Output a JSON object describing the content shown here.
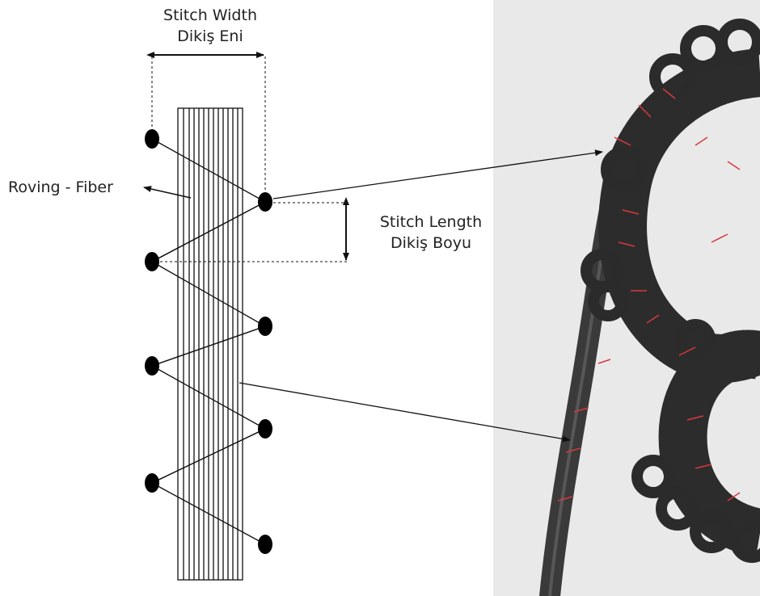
{
  "labels": {
    "stitch_width_en": "Stitch Width",
    "stitch_width_tr": "Dikiş Eni",
    "stitch_length_en": "Stitch Length",
    "stitch_length_tr": "Dikiş Boyu",
    "roving": "Roving - Fiber"
  },
  "colors": {
    "line": "#111111",
    "dot": "#000000",
    "photo_background": "#e9e9ea",
    "roving_fiber": "#3a3a3a",
    "stitch_thread": "#d8393d"
  }
}
